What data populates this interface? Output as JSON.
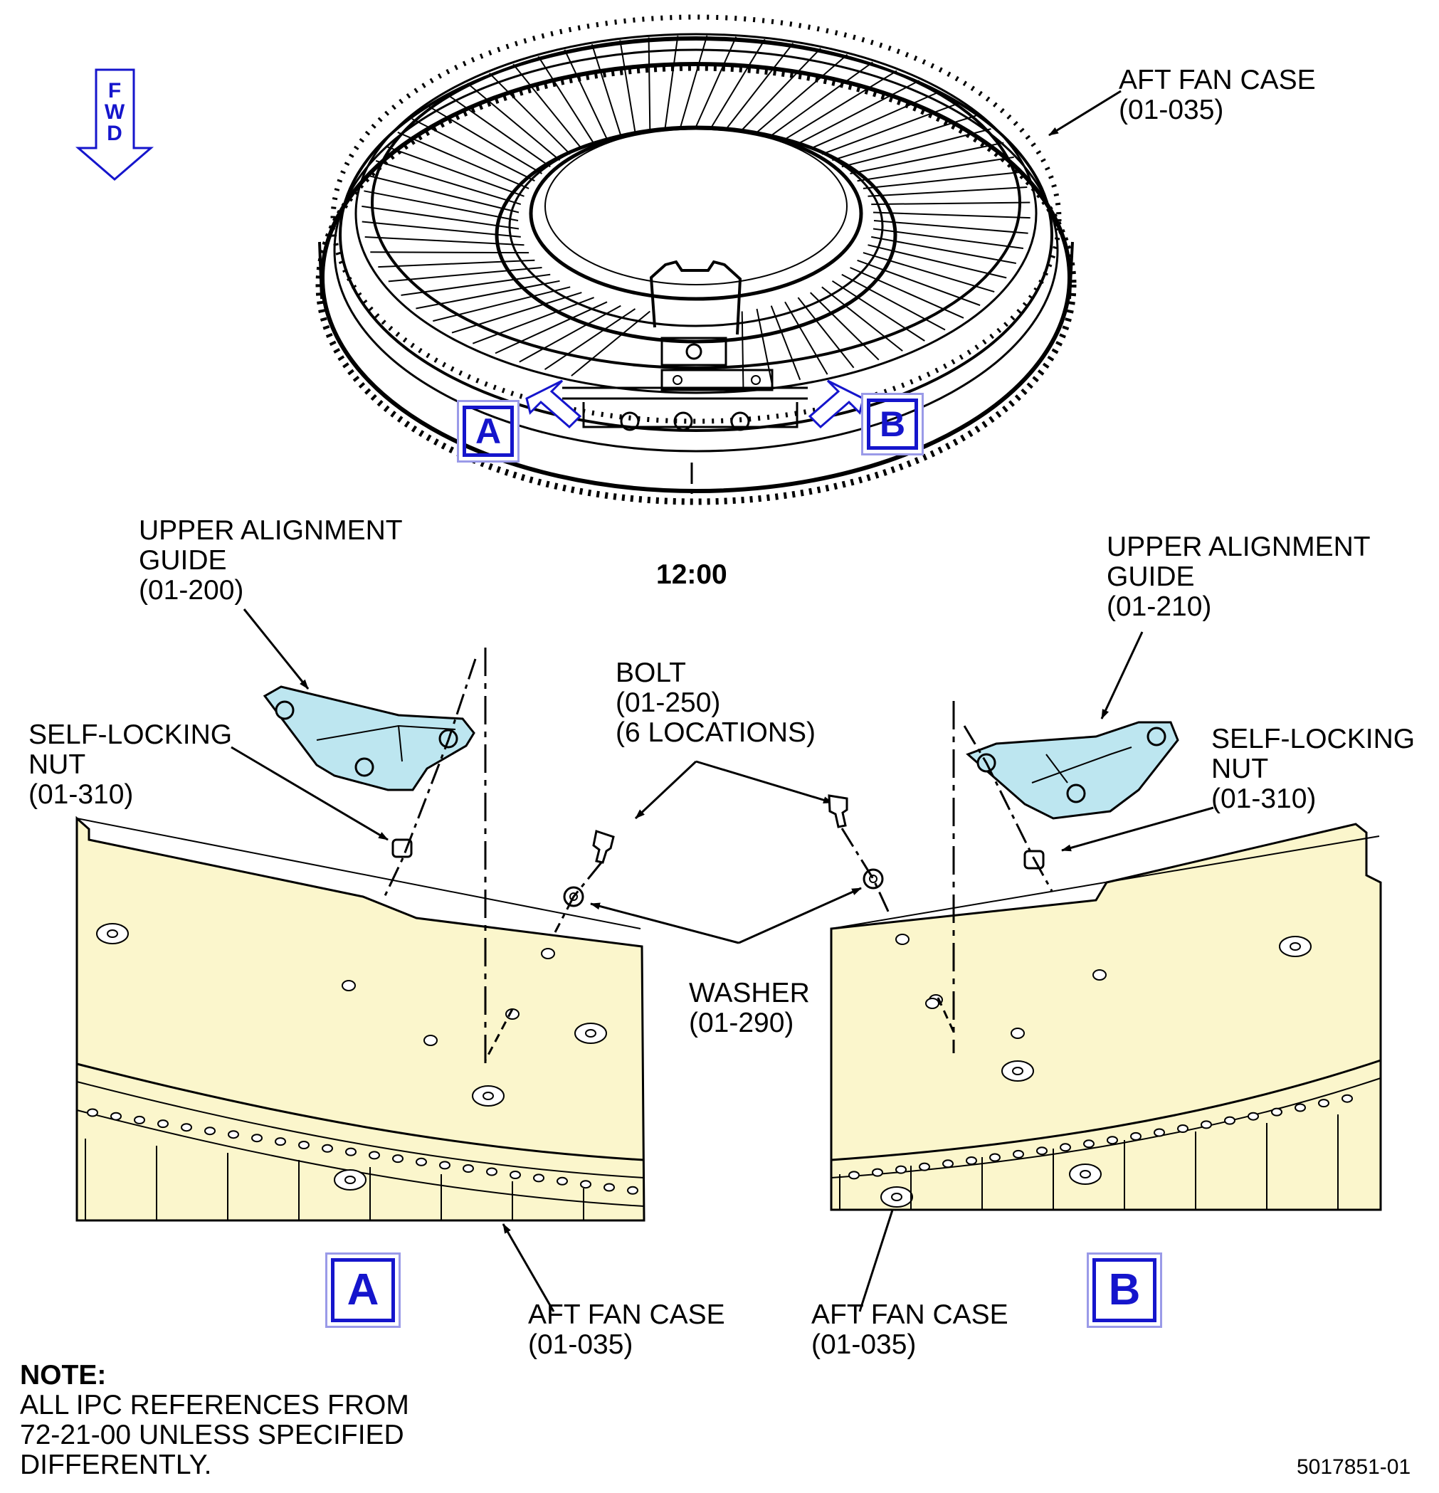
{
  "fwd_indicator": {
    "letters": [
      "F",
      "W",
      "D"
    ]
  },
  "detail_markers": {
    "a": "A",
    "b": "B"
  },
  "labels": {
    "aft_fan_case_top": [
      "AFT FAN CASE",
      "(01-035)"
    ],
    "clock_position": "12:00",
    "upper_guide_left": [
      "UPPER ALIGNMENT",
      "GUIDE",
      "(01-200)"
    ],
    "upper_guide_right": [
      "UPPER ALIGNMENT",
      "GUIDE",
      "(01-210)"
    ],
    "nut_left": [
      "SELF-LOCKING",
      "NUT",
      "(01-310)"
    ],
    "nut_right": [
      "SELF-LOCKING",
      "NUT",
      "(01-310)"
    ],
    "bolt": [
      "BOLT",
      "(01-250)",
      "(6 LOCATIONS)"
    ],
    "washer": [
      "WASHER",
      "(01-290)"
    ],
    "aft_fan_case_left": [
      "AFT FAN CASE",
      "(01-035)"
    ],
    "aft_fan_case_right": [
      "AFT FAN CASE",
      "(01-035)"
    ]
  },
  "note": {
    "heading": "NOTE:",
    "lines": [
      "ALL IPC REFERENCES FROM",
      "72-21-00 UNLESS SPECIFIED",
      "DIFFERENTLY."
    ]
  },
  "figure_id": "5017851-01",
  "colors": {
    "accent": "#1515cc",
    "panel_fill": "#fbf6cc",
    "guide_fill": "#bde6f0",
    "line": "#000000"
  }
}
